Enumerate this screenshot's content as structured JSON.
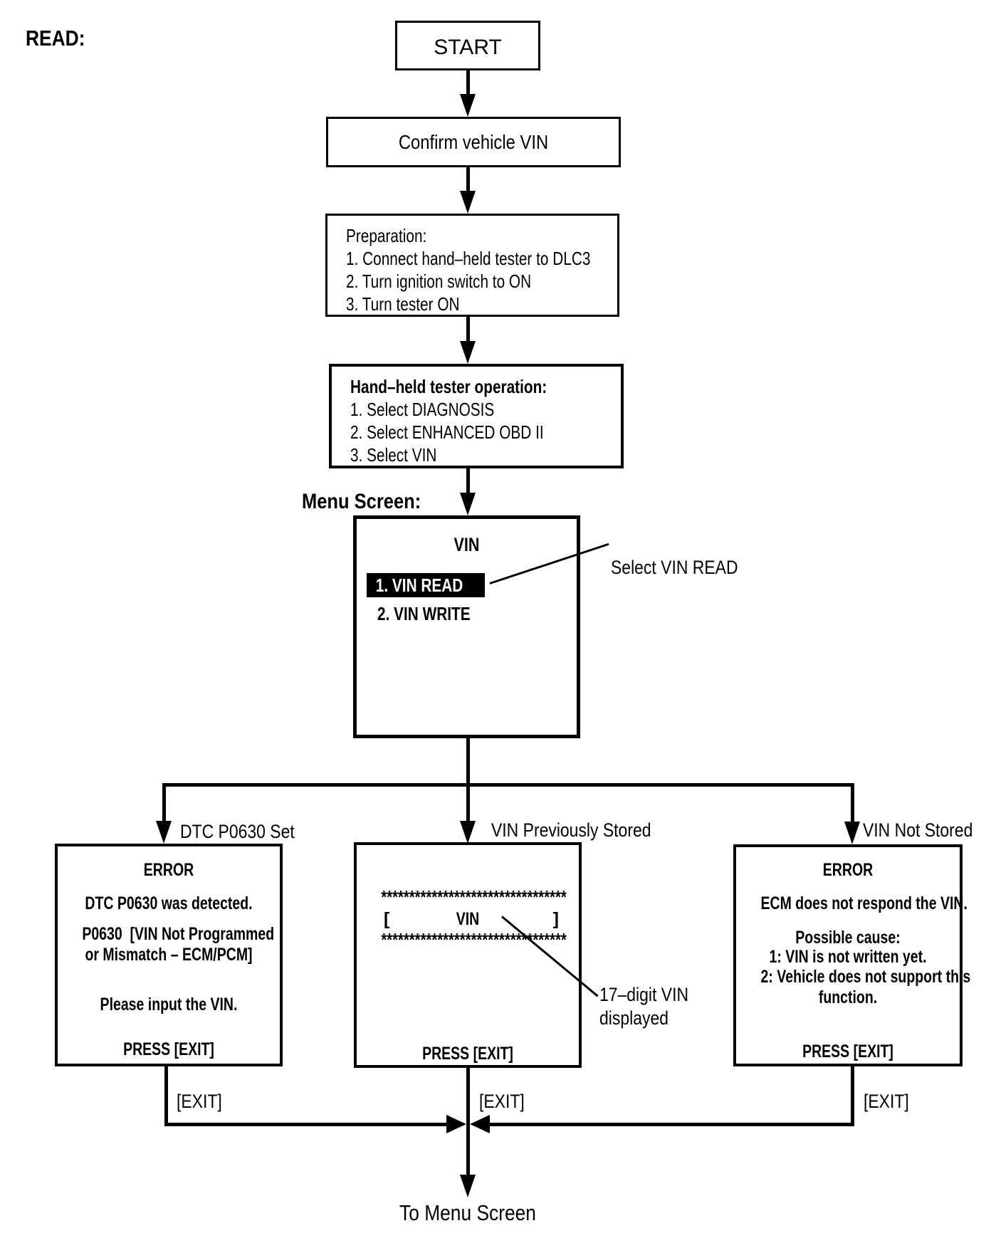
{
  "page": {
    "heading": "READ:"
  },
  "flow": {
    "start": "START",
    "confirm": "Confirm vehicle VIN",
    "preparation": {
      "title": "Preparation:",
      "items": [
        "1. Connect hand–held tester to DLC3",
        "2. Turn ignition switch to ON",
        "3. Turn tester ON"
      ]
    },
    "tester_operation": {
      "title": "Hand–held tester operation:",
      "items": [
        "1. Select DIAGNOSIS",
        "2. Select ENHANCED OBD II",
        "3. Select VIN"
      ]
    },
    "menu_screen_label": "Menu Screen:",
    "menu": {
      "title": "VIN",
      "selected_item": "1. VIN READ",
      "item2": "2. VIN WRITE",
      "callout": "Select VIN READ"
    },
    "branch_labels": {
      "left": "DTC P0630 Set",
      "center": "VIN Previously Stored",
      "right": "VIN Not Stored"
    },
    "error_dtc": {
      "title": "ERROR",
      "line1": "DTC P0630 was detected.",
      "line2": "P0630  [VIN Not Programmed",
      "line3": "or Mismatch – ECM/PCM]",
      "line4": "Please input the VIN.",
      "press": "PRESS [EXIT]"
    },
    "vin_display": {
      "stars": "*********************************",
      "bracket_open": "[",
      "vin": "VIN",
      "bracket_close": "]",
      "press": "PRESS [EXIT]",
      "annotation_line1": "17–digit VIN",
      "annotation_line2": "displayed"
    },
    "error_ecm": {
      "title": "ERROR",
      "line1": "ECM does not respond the VIN.",
      "line2": "Possible cause:",
      "line3": "1: VIN is not written yet.",
      "line4": "2: Vehicle does not support this",
      "line5": "function.",
      "press": "PRESS [EXIT]"
    },
    "exit_label": "[EXIT]",
    "to_menu": "To Menu Screen"
  },
  "colors": {
    "ink": "#000000",
    "paper": "#ffffff",
    "highlight_bg": "#000000",
    "highlight_text": "#ffffff"
  }
}
